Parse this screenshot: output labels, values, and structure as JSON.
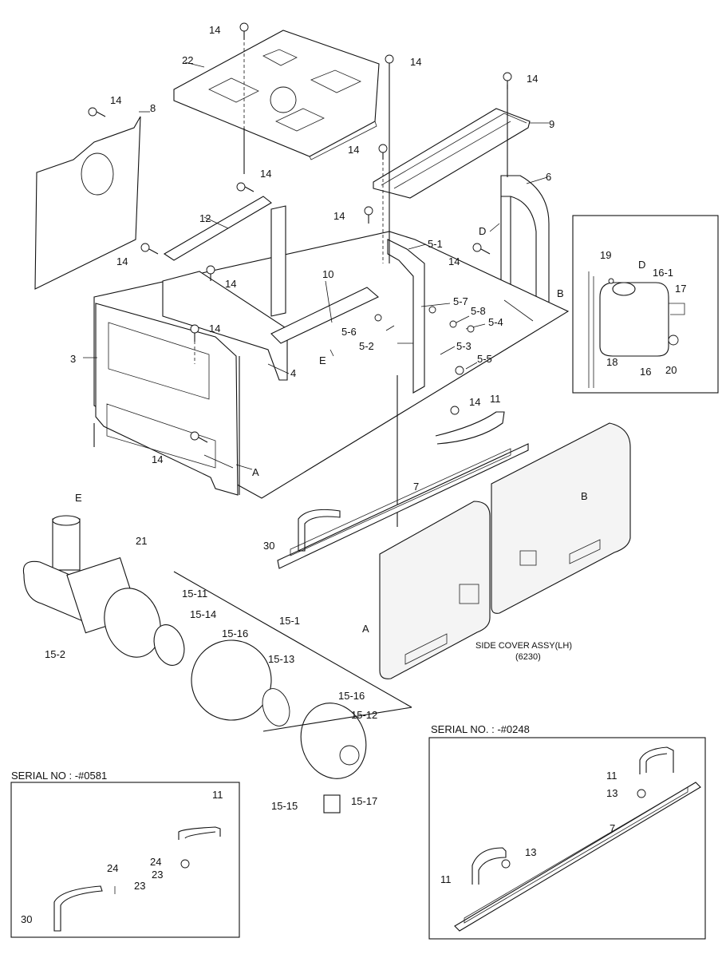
{
  "labels": {
    "p14": "14",
    "p22": "22",
    "p8": "8",
    "p9": "9",
    "p6": "6",
    "p12": "12",
    "p10": "10",
    "p3": "3",
    "p4": "4",
    "pE": "E",
    "pD": "D",
    "pB": "B",
    "pA": "A",
    "p5_1": "5-1",
    "p5_2": "5-2",
    "p5_3": "5-3",
    "p5_4": "5-4",
    "p5_5": "5-5",
    "p5_6": "5-6",
    "p5_7": "5-7",
    "p5_8": "5-8",
    "p11": "11",
    "p7": "7",
    "p30": "30",
    "p21": "21",
    "p13": "13",
    "p15_1": "15-1",
    "p15_2": "15-2",
    "p15_11": "15-11",
    "p15_12": "15-12",
    "p15_13": "15-13",
    "p15_14": "15-14",
    "p15_15": "15-15",
    "p15_16": "15-16",
    "p15_17": "15-17",
    "p16": "16",
    "p16_1": "16-1",
    "p17": "17",
    "p18": "18",
    "p19": "19",
    "p20": "20",
    "p23": "23",
    "p24": "24"
  },
  "captions": {
    "side_cover_line1": "SIDE COVER ASSY(LH)",
    "side_cover_line2": "(6230)",
    "serial_right": "SERIAL NO. : -#0248",
    "serial_left": "SERIAL NO : -#0581"
  }
}
